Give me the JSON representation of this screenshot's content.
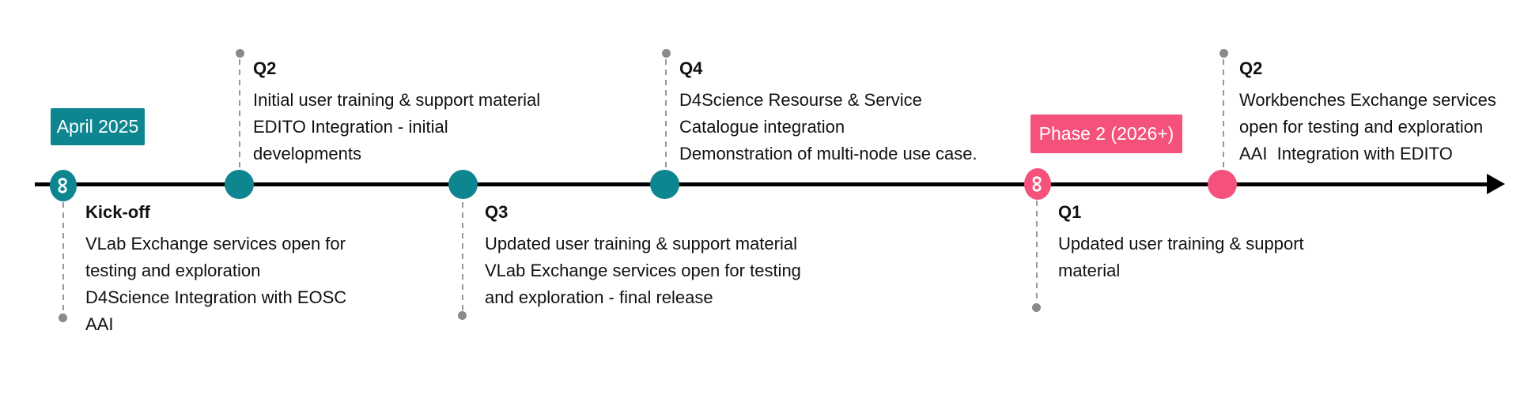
{
  "diagram": {
    "type": "timeline",
    "background": "#ffffff",
    "colors": {
      "axis": "#000000",
      "teal": "#0E8690",
      "pink": "#F4527B",
      "connector_gray": "#999999",
      "endpoint_dot_gray": "#8A8A8A",
      "text": "#111111",
      "badge_text": "#ffffff"
    },
    "icons": {
      "infinity": "∞",
      "arrowhead": "css-right-triangle"
    },
    "badges": [
      {
        "label": "April 2025",
        "color": "#0E8690"
      },
      {
        "label": "Phase 2 (2026+)",
        "color": "#F4527B"
      }
    ],
    "milestones": [
      {
        "title": "Kick-off",
        "side": "below",
        "node_style": "infinity",
        "color": "teal",
        "lines": [
          "VLab Exchange services open for",
          "testing and exploration",
          "D4Science Integration with EOSC",
          "AAI"
        ]
      },
      {
        "title": "Q2",
        "side": "above",
        "node_style": "plain",
        "color": "teal",
        "lines": [
          "Initial user training & support material",
          "EDITO Integration - initial",
          "developments"
        ]
      },
      {
        "title": "Q3",
        "side": "below",
        "node_style": "plain",
        "color": "teal",
        "lines": [
          "Updated user training & support material",
          "VLab Exchange services open for testing",
          "and exploration - final release"
        ]
      },
      {
        "title": "Q4",
        "side": "above",
        "node_style": "plain",
        "color": "teal",
        "lines": [
          "D4Science Resourse & Service",
          "Catalogue integration",
          "Demonstration of multi-node use case."
        ]
      },
      {
        "title": "Q1",
        "side": "below",
        "node_style": "infinity",
        "color": "pink",
        "lines": [
          "Updated user training & support",
          "material"
        ]
      },
      {
        "title": "Q2",
        "side": "above",
        "node_style": "plain",
        "color": "pink",
        "lines": [
          "Workbenches Exchange services",
          "open for testing and exploration",
          "AAI  Integration with EDITO"
        ]
      }
    ]
  }
}
